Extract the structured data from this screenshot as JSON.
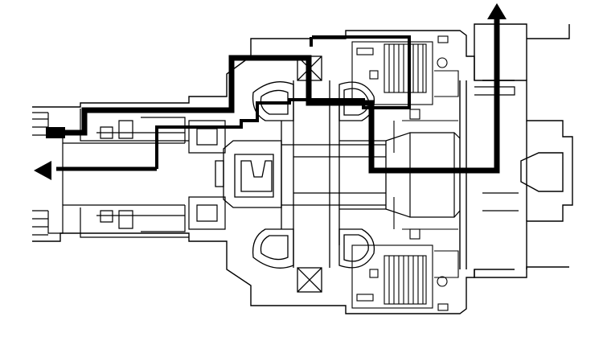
{
  "diagram": {
    "kind": "mechanical cross-section with flow paths",
    "colors": {
      "background": "#ffffff",
      "line": "#000000",
      "flow_path": "#000000",
      "secondary_path": "#000000"
    },
    "flow_paths": [
      {
        "name": "path-a",
        "direction": "out-left",
        "ends_with": "arrow-left"
      },
      {
        "name": "path-b",
        "direction": "out-up",
        "ends_with": "arrow-up"
      }
    ]
  }
}
